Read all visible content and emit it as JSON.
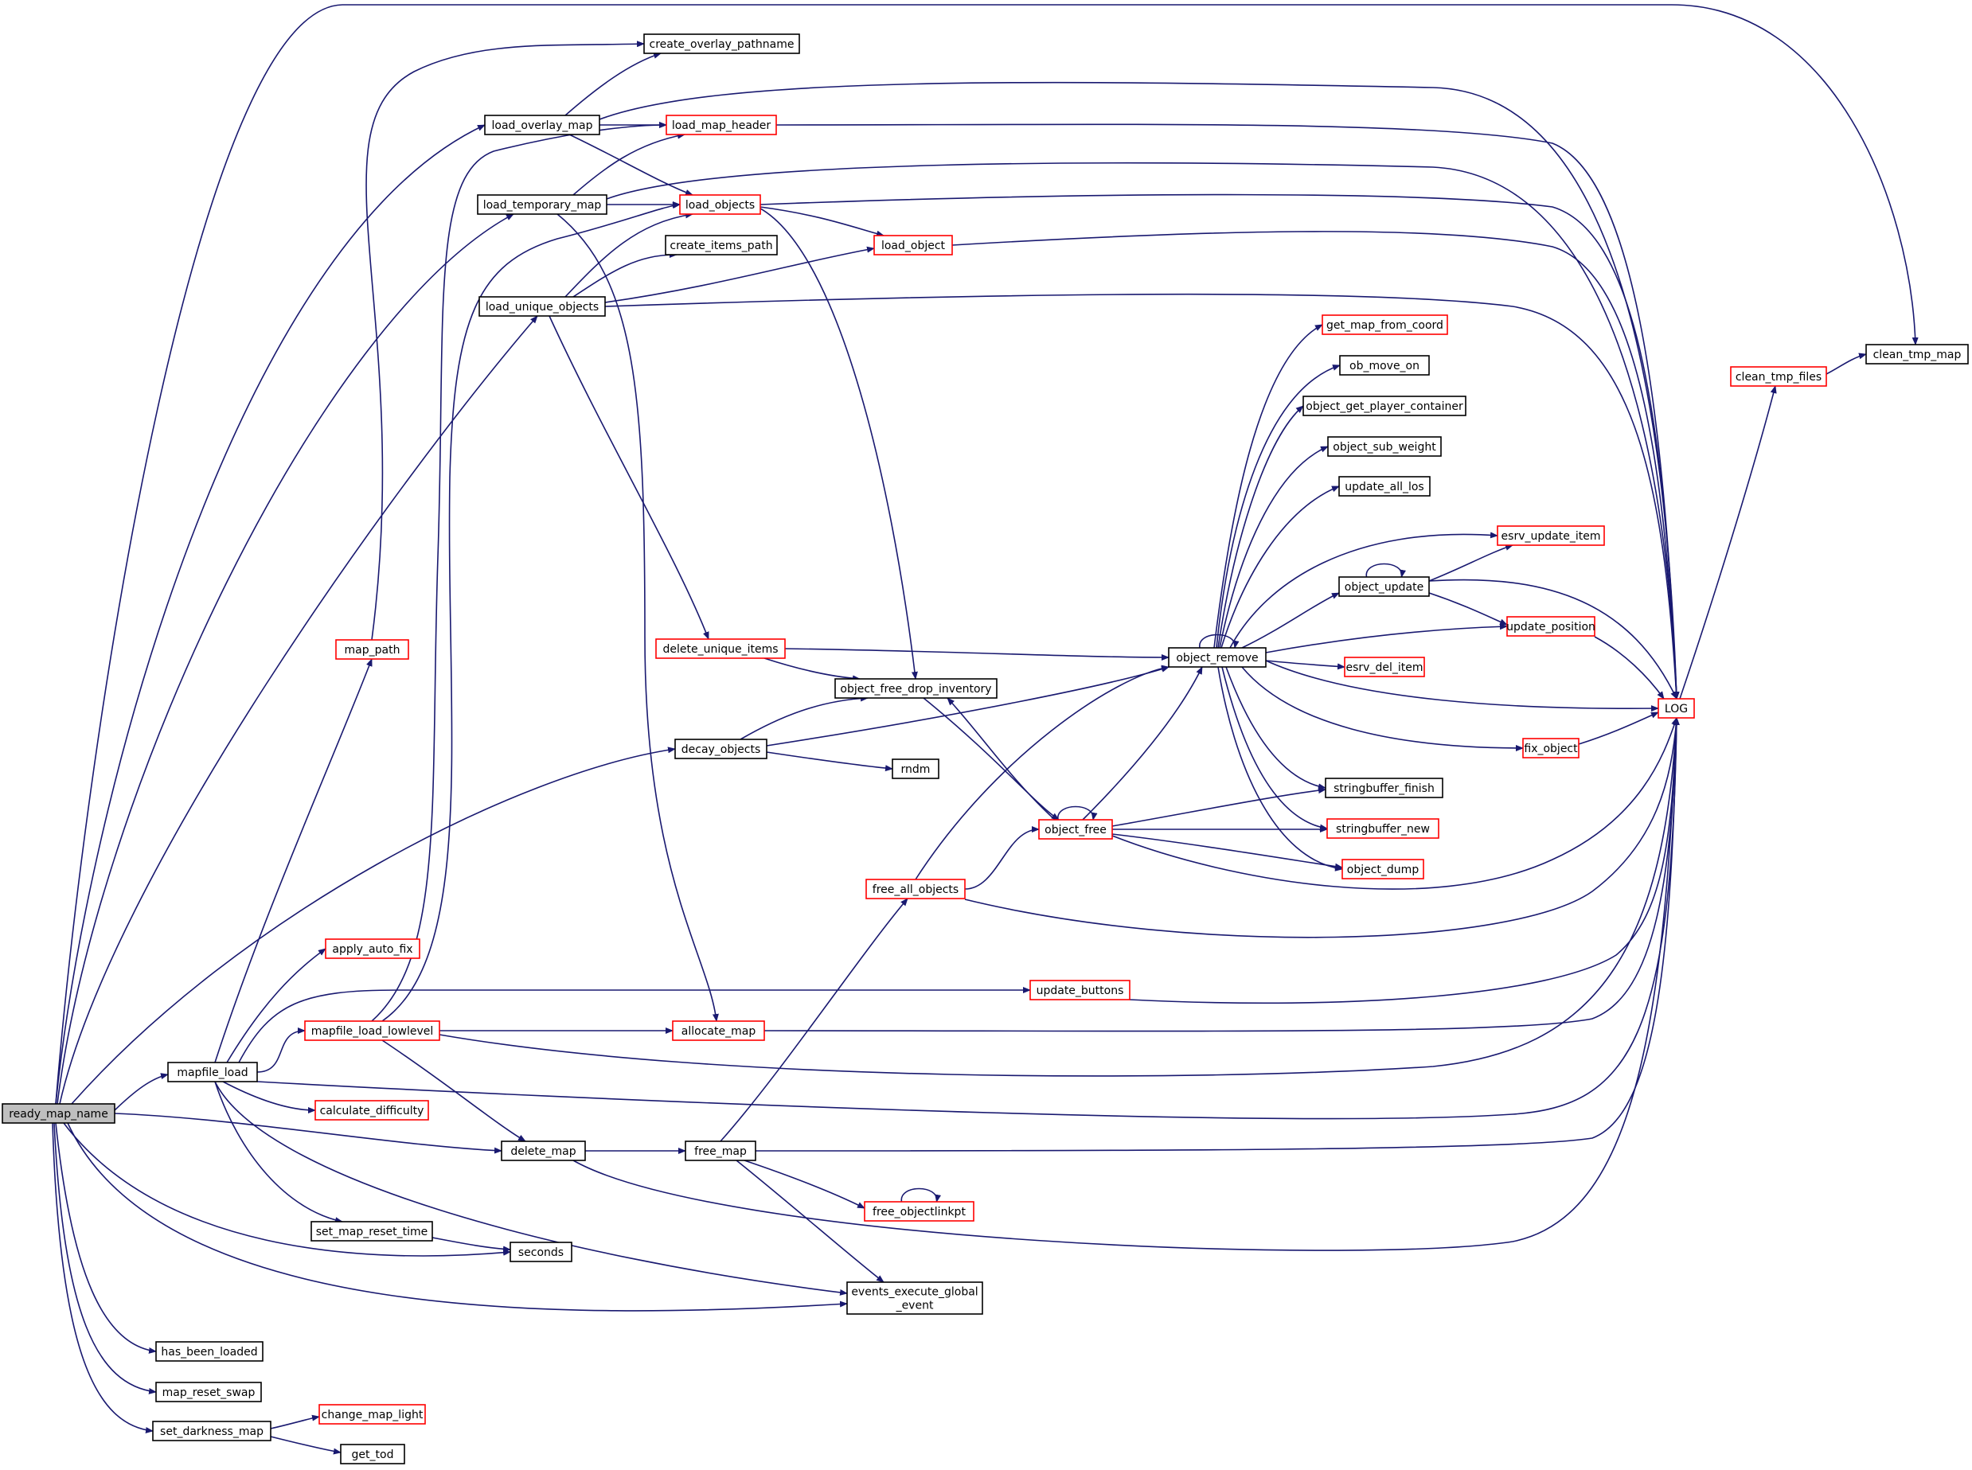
{
  "graph": {
    "root": "ready_map_name",
    "colors": {
      "edge": "#191970",
      "complete": "#000000",
      "incomplete": "#ff0000",
      "root_fill": "#bfbfbf"
    },
    "nodes": [
      {
        "id": "ready_map_name",
        "label": "ready_map_name",
        "style": "root"
      },
      {
        "id": "mapfile_load",
        "label": "mapfile_load",
        "style": "complete"
      },
      {
        "id": "map_path",
        "label": "map_path",
        "style": "incomplete"
      },
      {
        "id": "apply_auto_fix",
        "label": "apply_auto_fix",
        "style": "incomplete"
      },
      {
        "id": "mapfile_load_lowlevel",
        "label": "mapfile_load_lowlevel",
        "style": "incomplete"
      },
      {
        "id": "calculate_difficulty",
        "label": "calculate_difficulty",
        "style": "incomplete"
      },
      {
        "id": "set_map_reset_time",
        "label": "set_map_reset_time",
        "style": "complete"
      },
      {
        "id": "seconds",
        "label": "seconds",
        "style": "complete"
      },
      {
        "id": "has_been_loaded",
        "label": "has_been_loaded",
        "style": "complete"
      },
      {
        "id": "map_reset_swap",
        "label": "map_reset_swap",
        "style": "complete"
      },
      {
        "id": "set_darkness_map",
        "label": "set_darkness_map",
        "style": "complete"
      },
      {
        "id": "change_map_light",
        "label": "change_map_light",
        "style": "incomplete"
      },
      {
        "id": "get_tod",
        "label": "get_tod",
        "style": "complete"
      },
      {
        "id": "load_overlay_map",
        "label": "load_overlay_map",
        "style": "complete"
      },
      {
        "id": "create_overlay_pathname",
        "label": "create_overlay_pathname",
        "style": "complete"
      },
      {
        "id": "load_map_header",
        "label": "load_map_header",
        "style": "incomplete"
      },
      {
        "id": "load_temporary_map",
        "label": "load_temporary_map",
        "style": "complete"
      },
      {
        "id": "load_objects",
        "label": "load_objects",
        "style": "incomplete"
      },
      {
        "id": "create_items_path",
        "label": "create_items_path",
        "style": "complete"
      },
      {
        "id": "load_object",
        "label": "load_object",
        "style": "incomplete"
      },
      {
        "id": "load_unique_objects",
        "label": "load_unique_objects",
        "style": "complete"
      },
      {
        "id": "delete_unique_items",
        "label": "delete_unique_items",
        "style": "incomplete"
      },
      {
        "id": "object_free_drop_inventory",
        "label": "object_free_drop_inventory",
        "style": "complete"
      },
      {
        "id": "decay_objects",
        "label": "decay_objects",
        "style": "complete"
      },
      {
        "id": "rndm",
        "label": "rndm",
        "style": "complete"
      },
      {
        "id": "object_free",
        "label": "object_free",
        "style": "incomplete"
      },
      {
        "id": "free_all_objects",
        "label": "free_all_objects",
        "style": "incomplete"
      },
      {
        "id": "update_buttons",
        "label": "update_buttons",
        "style": "incomplete"
      },
      {
        "id": "allocate_map",
        "label": "allocate_map",
        "style": "incomplete"
      },
      {
        "id": "delete_map",
        "label": "delete_map",
        "style": "complete"
      },
      {
        "id": "free_map",
        "label": "free_map",
        "style": "complete"
      },
      {
        "id": "free_objectlinkpt",
        "label": "free_objectlinkpt",
        "style": "incomplete"
      },
      {
        "id": "events_execute_global_event",
        "label": [
          "events_execute_global",
          "_event"
        ],
        "style": "complete"
      },
      {
        "id": "object_remove",
        "label": "object_remove",
        "style": "complete"
      },
      {
        "id": "get_map_from_coord",
        "label": "get_map_from_coord",
        "style": "incomplete"
      },
      {
        "id": "ob_move_on",
        "label": "ob_move_on",
        "style": "complete"
      },
      {
        "id": "object_get_player_container",
        "label": "object_get_player_container",
        "style": "complete"
      },
      {
        "id": "object_sub_weight",
        "label": "object_sub_weight",
        "style": "complete"
      },
      {
        "id": "update_all_los",
        "label": "update_all_los",
        "style": "complete"
      },
      {
        "id": "esrv_update_item",
        "label": "esrv_update_item",
        "style": "incomplete"
      },
      {
        "id": "object_update",
        "label": "object_update",
        "style": "complete"
      },
      {
        "id": "update_position",
        "label": "update_position",
        "style": "incomplete"
      },
      {
        "id": "esrv_del_item",
        "label": "esrv_del_item",
        "style": "incomplete"
      },
      {
        "id": "fix_object",
        "label": "fix_object",
        "style": "incomplete"
      },
      {
        "id": "stringbuffer_finish",
        "label": "stringbuffer_finish",
        "style": "complete"
      },
      {
        "id": "stringbuffer_new",
        "label": "stringbuffer_new",
        "style": "incomplete"
      },
      {
        "id": "object_dump",
        "label": "object_dump",
        "style": "incomplete"
      },
      {
        "id": "LOG",
        "label": "LOG",
        "style": "incomplete"
      },
      {
        "id": "clean_tmp_files",
        "label": "clean_tmp_files",
        "style": "incomplete"
      },
      {
        "id": "clean_tmp_map",
        "label": "clean_tmp_map",
        "style": "complete"
      }
    ],
    "edges": [
      [
        "ready_map_name",
        "mapfile_load"
      ],
      [
        "ready_map_name",
        "load_overlay_map"
      ],
      [
        "ready_map_name",
        "load_temporary_map"
      ],
      [
        "ready_map_name",
        "load_unique_objects"
      ],
      [
        "ready_map_name",
        "decay_objects"
      ],
      [
        "ready_map_name",
        "delete_map"
      ],
      [
        "ready_map_name",
        "seconds"
      ],
      [
        "ready_map_name",
        "events_execute_global_event"
      ],
      [
        "ready_map_name",
        "has_been_loaded"
      ],
      [
        "ready_map_name",
        "map_reset_swap"
      ],
      [
        "ready_map_name",
        "set_darkness_map"
      ],
      [
        "ready_map_name",
        "clean_tmp_map"
      ],
      [
        "mapfile_load",
        "map_path"
      ],
      [
        "mapfile_load",
        "apply_auto_fix"
      ],
      [
        "mapfile_load",
        "mapfile_load_lowlevel"
      ],
      [
        "mapfile_load",
        "calculate_difficulty"
      ],
      [
        "mapfile_load",
        "set_map_reset_time"
      ],
      [
        "mapfile_load",
        "update_buttons"
      ],
      [
        "mapfile_load",
        "events_execute_global_event"
      ],
      [
        "mapfile_load",
        "LOG"
      ],
      [
        "map_path",
        "create_overlay_pathname"
      ],
      [
        "mapfile_load_lowlevel",
        "load_map_header"
      ],
      [
        "mapfile_load_lowlevel",
        "load_objects"
      ],
      [
        "mapfile_load_lowlevel",
        "allocate_map"
      ],
      [
        "mapfile_load_lowlevel",
        "delete_map"
      ],
      [
        "mapfile_load_lowlevel",
        "LOG"
      ],
      [
        "set_map_reset_time",
        "seconds"
      ],
      [
        "set_darkness_map",
        "change_map_light"
      ],
      [
        "set_darkness_map",
        "get_tod"
      ],
      [
        "load_overlay_map",
        "create_overlay_pathname"
      ],
      [
        "load_overlay_map",
        "load_map_header"
      ],
      [
        "load_overlay_map",
        "load_objects"
      ],
      [
        "load_overlay_map",
        "LOG"
      ],
      [
        "load_temporary_map",
        "load_map_header"
      ],
      [
        "load_temporary_map",
        "load_objects"
      ],
      [
        "load_temporary_map",
        "allocate_map"
      ],
      [
        "load_temporary_map",
        "LOG"
      ],
      [
        "load_map_header",
        "LOG"
      ],
      [
        "load_objects",
        "load_object"
      ],
      [
        "load_objects",
        "object_free_drop_inventory"
      ],
      [
        "load_objects",
        "LOG"
      ],
      [
        "load_object",
        "LOG"
      ],
      [
        "load_unique_objects",
        "load_objects"
      ],
      [
        "load_unique_objects",
        "create_items_path"
      ],
      [
        "load_unique_objects",
        "load_object"
      ],
      [
        "load_unique_objects",
        "delete_unique_items"
      ],
      [
        "load_unique_objects",
        "LOG"
      ],
      [
        "delete_unique_items",
        "object_free_drop_inventory"
      ],
      [
        "delete_unique_items",
        "object_remove"
      ],
      [
        "decay_objects",
        "object_free_drop_inventory"
      ],
      [
        "decay_objects",
        "rndm"
      ],
      [
        "decay_objects",
        "object_remove"
      ],
      [
        "object_free_drop_inventory",
        "object_free"
      ],
      [
        "object_free",
        "object_free_drop_inventory"
      ],
      [
        "object_free",
        "object_free"
      ],
      [
        "object_free",
        "object_remove"
      ],
      [
        "object_free",
        "stringbuffer_finish"
      ],
      [
        "object_free",
        "stringbuffer_new"
      ],
      [
        "object_free",
        "object_dump"
      ],
      [
        "object_free",
        "LOG"
      ],
      [
        "free_all_objects",
        "object_remove"
      ],
      [
        "free_all_objects",
        "object_free"
      ],
      [
        "free_all_objects",
        "LOG"
      ],
      [
        "update_buttons",
        "LOG"
      ],
      [
        "allocate_map",
        "LOG"
      ],
      [
        "delete_map",
        "free_map"
      ],
      [
        "delete_map",
        "LOG"
      ],
      [
        "free_map",
        "free_all_objects"
      ],
      [
        "free_map",
        "free_objectlinkpt"
      ],
      [
        "free_map",
        "events_execute_global_event"
      ],
      [
        "free_map",
        "LOG"
      ],
      [
        "free_objectlinkpt",
        "free_objectlinkpt"
      ],
      [
        "object_remove",
        "object_remove"
      ],
      [
        "object_remove",
        "get_map_from_coord"
      ],
      [
        "object_remove",
        "ob_move_on"
      ],
      [
        "object_remove",
        "object_get_player_container"
      ],
      [
        "object_remove",
        "object_sub_weight"
      ],
      [
        "object_remove",
        "update_all_los"
      ],
      [
        "object_remove",
        "esrv_update_item"
      ],
      [
        "object_remove",
        "object_update"
      ],
      [
        "object_remove",
        "update_position"
      ],
      [
        "object_remove",
        "esrv_del_item"
      ],
      [
        "object_remove",
        "LOG"
      ],
      [
        "object_remove",
        "fix_object"
      ],
      [
        "object_remove",
        "stringbuffer_finish"
      ],
      [
        "object_remove",
        "stringbuffer_new"
      ],
      [
        "object_remove",
        "object_dump"
      ],
      [
        "object_update",
        "object_update"
      ],
      [
        "object_update",
        "esrv_update_item"
      ],
      [
        "object_update",
        "update_position"
      ],
      [
        "object_update",
        "LOG"
      ],
      [
        "update_position",
        "LOG"
      ],
      [
        "fix_object",
        "LOG"
      ],
      [
        "LOG",
        "clean_tmp_files"
      ],
      [
        "clean_tmp_files",
        "clean_tmp_map"
      ]
    ]
  }
}
